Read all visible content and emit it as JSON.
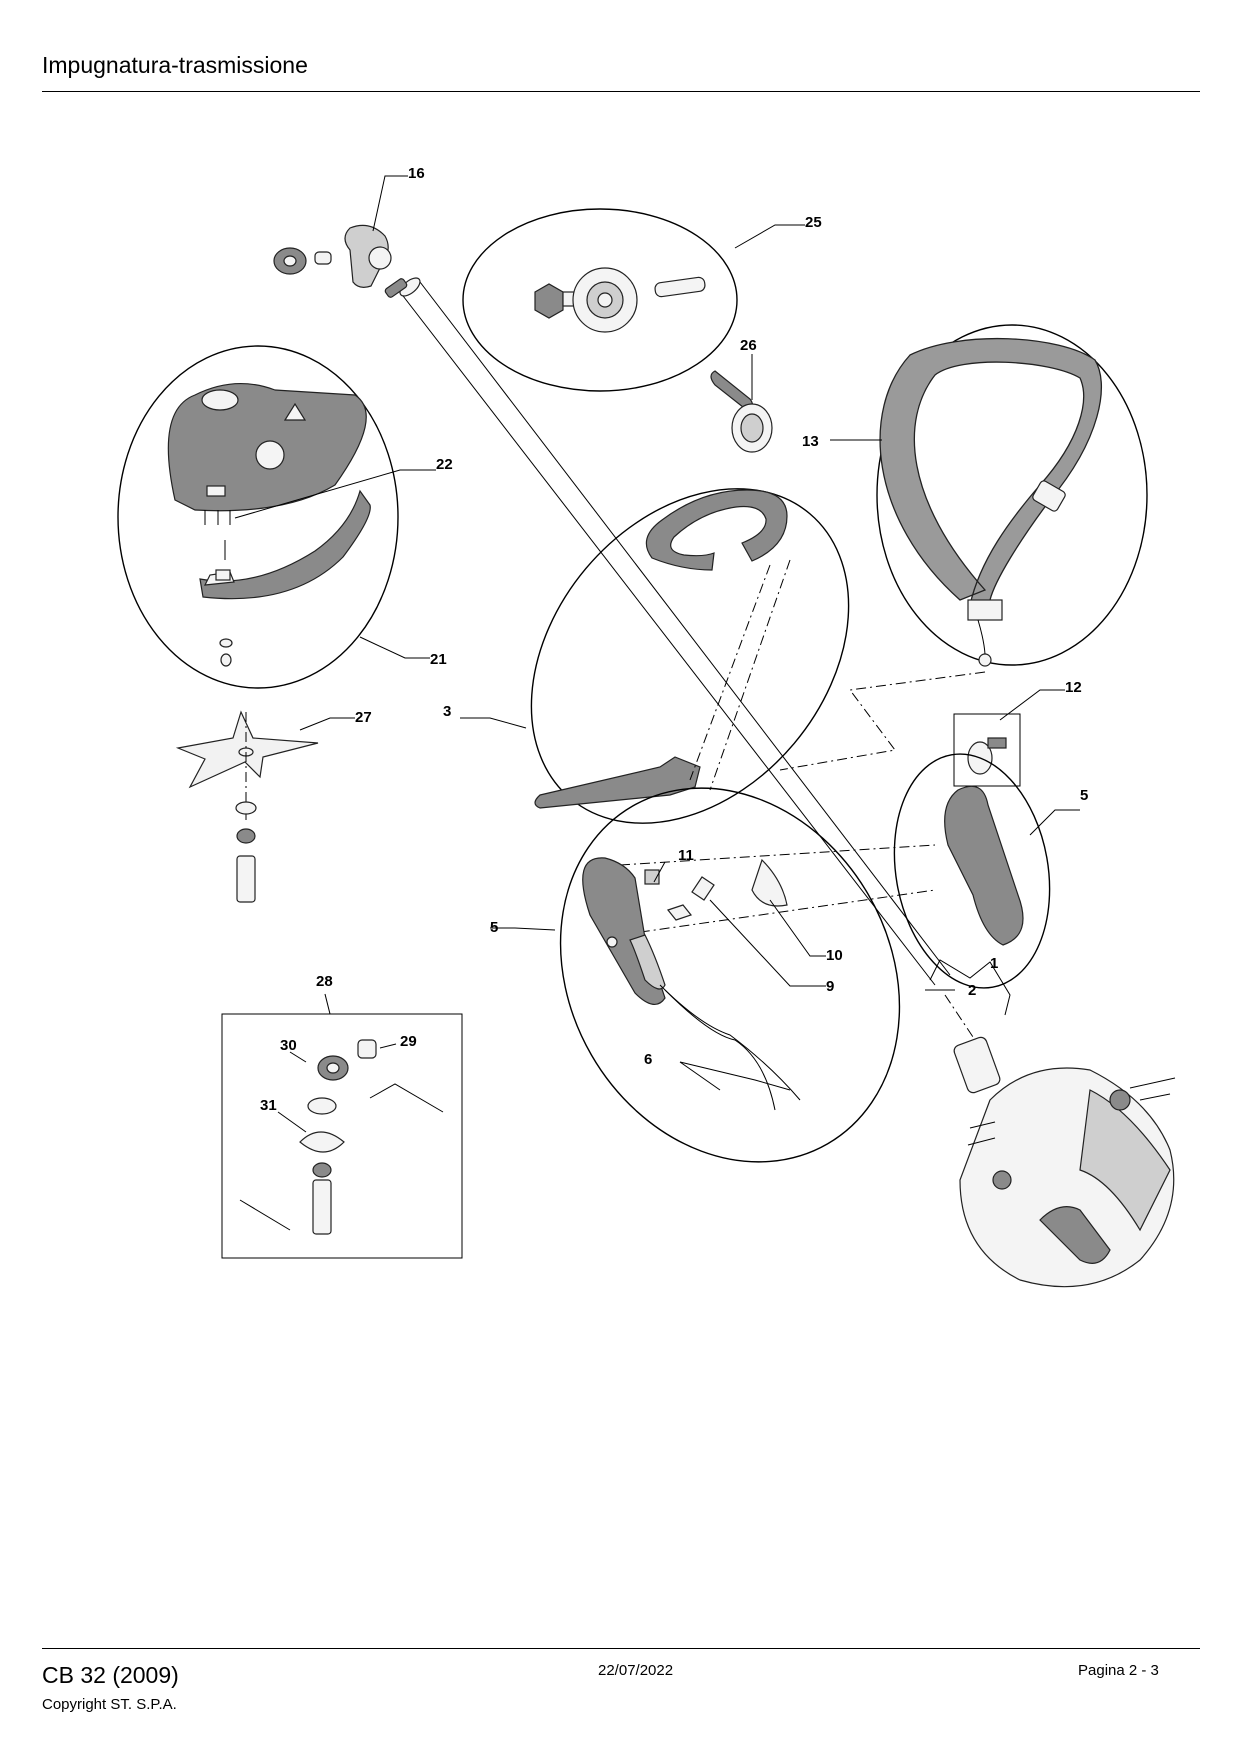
{
  "header": {
    "title": "Impugnatura-trasmissione"
  },
  "footer": {
    "model": "CB 32 (2009)",
    "copyright": "Copyright ST. S.P.A.",
    "date": "22/07/2022",
    "page": "Pagina 2 - 3"
  },
  "callouts": {
    "c16": "16",
    "c25": "25",
    "c26": "26",
    "c13": "13",
    "c22": "22",
    "c21": "21",
    "c27": "27",
    "c3": "3",
    "c12": "12",
    "c5a": "5",
    "c11": "11",
    "c5b": "5",
    "c1": "1",
    "c2": "2",
    "c10": "10",
    "c9": "9",
    "c28": "28",
    "c30": "30",
    "c29": "29",
    "c31": "31",
    "c6": "6"
  }
}
